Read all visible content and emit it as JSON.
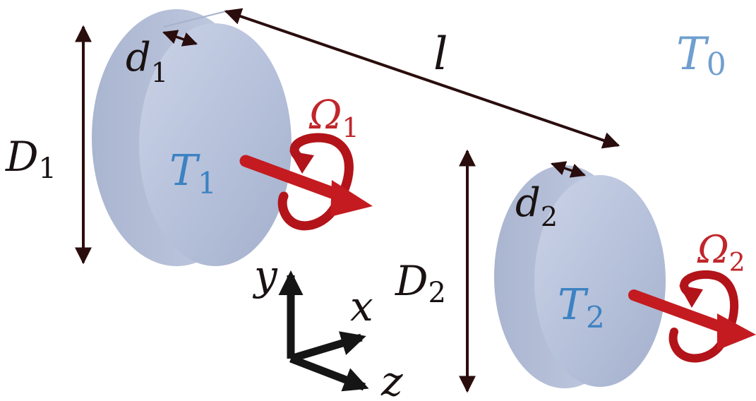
{
  "colors": {
    "disk_face": "#b9c4dd",
    "disk_rim": "#a4b0cb",
    "arrow_dark": "#2a0d0d",
    "rotation_red": "#b2141a",
    "temperature_blue": "#3d82c2",
    "ambient_blue": "#6f9fcf",
    "axis_black": "#151515"
  },
  "labels": {
    "l": "l",
    "T0": {
      "main": "T",
      "sub": "0"
    },
    "d1": {
      "main": "d",
      "sub": "1"
    },
    "D1": {
      "main": "D",
      "sub": "1"
    },
    "T1": {
      "main": "T",
      "sub": "1"
    },
    "Omega1": {
      "main": "Ω",
      "sub": "1"
    },
    "d2": {
      "main": "d",
      "sub": "2"
    },
    "D2": {
      "main": "D",
      "sub": "2"
    },
    "T2": {
      "main": "T",
      "sub": "2"
    },
    "Omega2": {
      "main": "Ω",
      "sub": "2"
    },
    "axis_x": "x",
    "axis_y": "y",
    "axis_z": "z"
  },
  "icons": {
    "rotation1": "rotation-arrow-icon",
    "rotation2": "rotation-arrow-icon",
    "axes": "coordinate-axes-icon"
  }
}
